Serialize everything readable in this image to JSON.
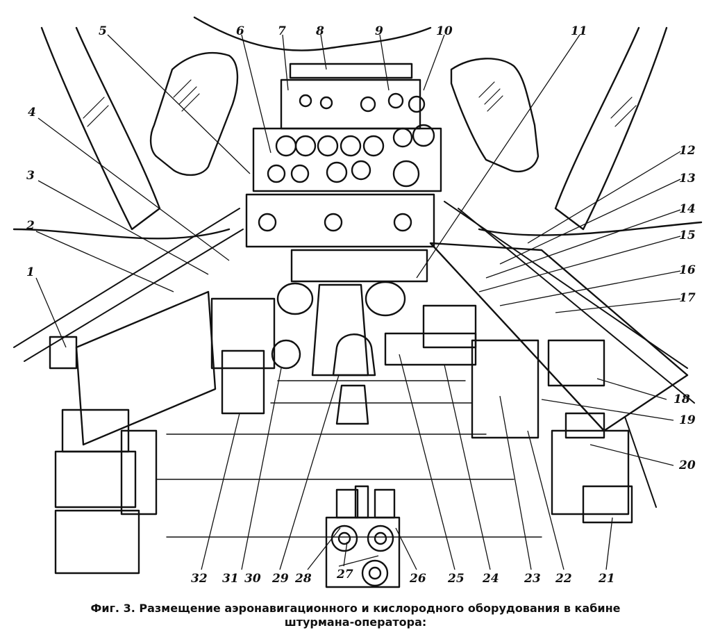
{
  "callouts": [
    "1",
    "2",
    "3",
    "4",
    "5",
    "6",
    "7",
    "8",
    "9",
    "10",
    "11",
    "12",
    "13",
    "14",
    "15",
    "16",
    "17",
    "18",
    "19",
    "20",
    "21",
    "22",
    "23",
    "24",
    "25",
    "26",
    "27",
    "28",
    "29",
    "30",
    "31",
    "32"
  ],
  "caption": {
    "line1": "Фиг. 3. Размещение аэронавигационного и кислородного оборудования в кабине",
    "line2": "штурмана-оператора:"
  },
  "colors": {
    "ink": "#111111",
    "paper": "#ffffff"
  }
}
